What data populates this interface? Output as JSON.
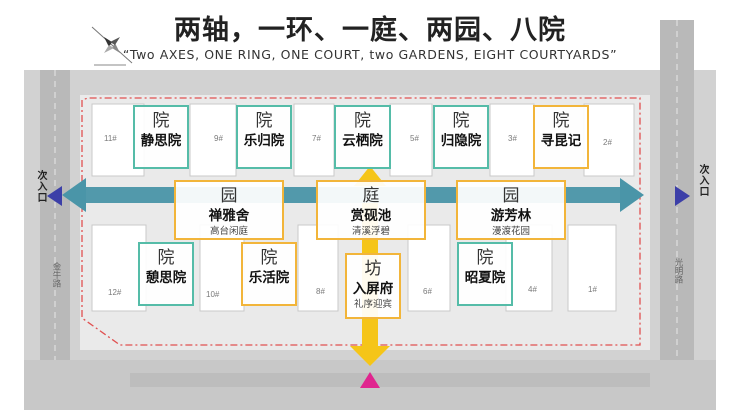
{
  "header": {
    "title": "两轴，一环、一庭、两园、八院",
    "subtitle": "“Two AXES, ONE RING, ONE COURT, two GARDENS, EIGHT COURTYARDS”"
  },
  "entrances": {
    "left": "次入口",
    "right": "次入口"
  },
  "roads": {
    "left": "金牛路",
    "right": "光明路"
  },
  "building_numbers": [
    "11#",
    "9#",
    "7#",
    "5#",
    "3#",
    "2#",
    "12#",
    "10#",
    "8#",
    "6#",
    "4#",
    "1#"
  ],
  "courtyards": {
    "jingsi": {
      "char": "院",
      "name": "静思院"
    },
    "legui": {
      "char": "院",
      "name": "乐归院"
    },
    "yunqi": {
      "char": "院",
      "name": "云栖院"
    },
    "guiyin": {
      "char": "院",
      "name": "归隐院"
    },
    "xunkun": {
      "char": "院",
      "name": "寻昆记"
    },
    "qisi": {
      "char": "院",
      "name": "憩思院"
    },
    "lehuo": {
      "char": "院",
      "name": "乐活院"
    },
    "zhaoxia": {
      "char": "院",
      "name": "昭夏院"
    }
  },
  "gardens": {
    "chanya": {
      "char": "园",
      "name": "禅雅舍",
      "sub": "高台闲庭"
    },
    "youfang": {
      "char": "园",
      "name": "游芳林",
      "sub": "漫渡花园"
    }
  },
  "court": {
    "char": "庭",
    "name": "赏砚池",
    "sub": "清溪浮碧"
  },
  "gate": {
    "char": "坊",
    "name": "入屏府",
    "sub": "礼序迎宾"
  },
  "colors": {
    "teal_border": "#55bca8",
    "yellow_border": "#f2b53a",
    "axis_blue": "#4a95a8",
    "axis_yellow": "#f5c518",
    "ring_red": "#e05050"
  }
}
